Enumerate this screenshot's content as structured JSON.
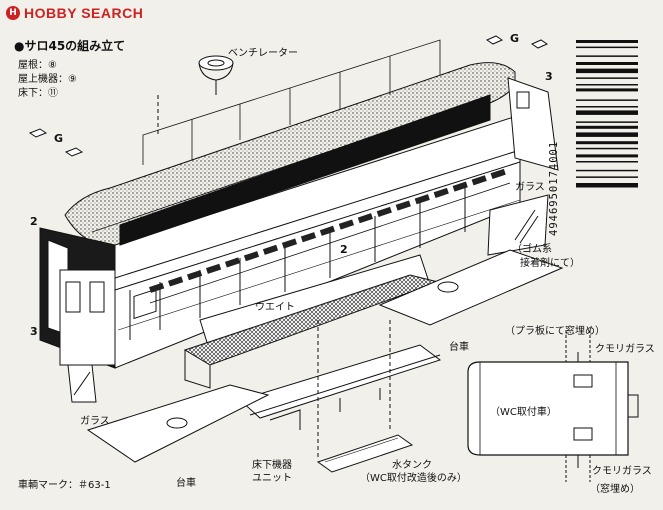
{
  "logo": {
    "badge": "H",
    "text": "HOBBY SEARCH"
  },
  "title": "●サロ45の組み立て",
  "legend": [
    "屋根：⑧",
    "屋上機器：⑨",
    "床下：⑪"
  ],
  "labels": {
    "ventilator": "ベンチレーター",
    "glass_right": "ガラス",
    "glass_left": "ガラス",
    "weight": "ウエイト",
    "rubber_glue_1": "（ゴム系",
    "rubber_glue_2": "接着剤にて）",
    "bogie_right": "台車",
    "bogie_left": "台車",
    "underfloor_1": "床下機器",
    "underfloor_2": "ユニット",
    "water_tank_1": "水タンク",
    "water_tank_2": "（WC取付改造後のみ）",
    "car_mark": "車輌マーク：＃63-1",
    "plastic_note": "（プラ板にて窓埋め）",
    "frosted_glass_top": "クモリガラス",
    "frosted_glass_bottom": "クモリガラス",
    "wc_installed": "（WC取付車）",
    "window_fill": "（窓埋め）"
  },
  "part_numbers": {
    "g_top": "G",
    "g_left": "G",
    "n3_top": "3",
    "n2_left": "2",
    "n3_left": "3",
    "n2_mid": "2"
  },
  "barcode_number": "4946950174001"
}
